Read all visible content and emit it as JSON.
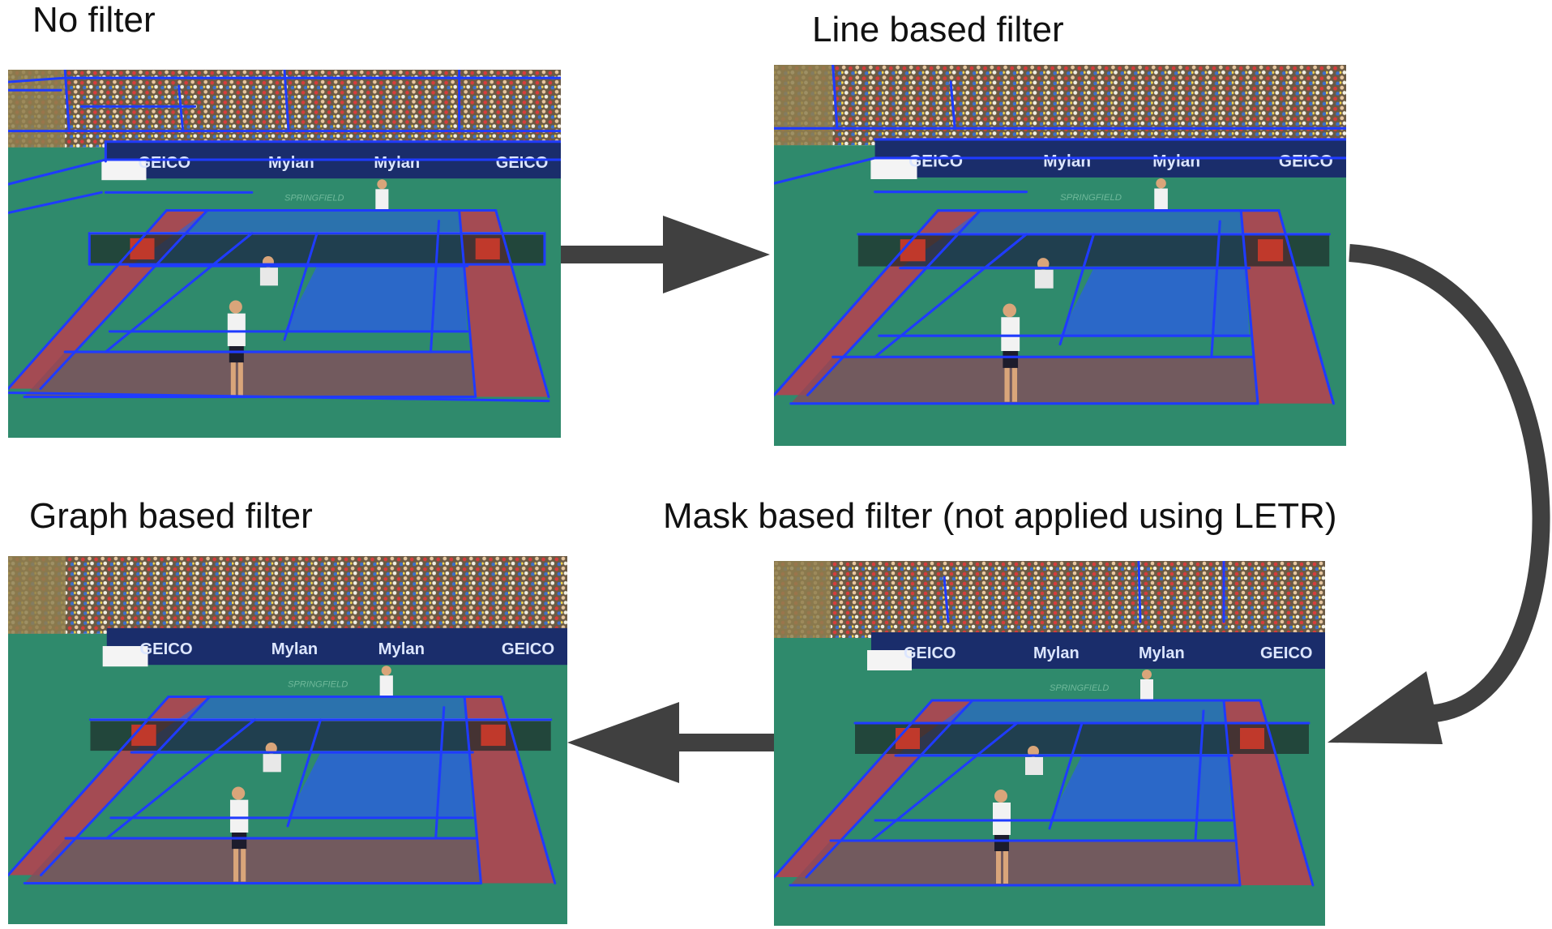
{
  "captions": {
    "no_filter": "No filter",
    "line_filter": "Line based filter",
    "graph_filter": "Graph based filter",
    "mask_filter": "Mask based filter (not applied using LETR)"
  },
  "banner": {
    "brand_left": "GEICO",
    "sponsor_1": "Mylan",
    "sponsor_2": "Mylan",
    "brand_right": "GEICO",
    "court_text": "SPRINGFIELD"
  },
  "colors": {
    "detected_line": "#1f3bff",
    "alley_fill": "#b8404f",
    "service_box_fill": "#2a62d8",
    "backcourt_fill": "#8a4a5a",
    "court_green": "#2f8a6c",
    "banner_navy": "#1a2d6b",
    "arrow": "#404040"
  }
}
